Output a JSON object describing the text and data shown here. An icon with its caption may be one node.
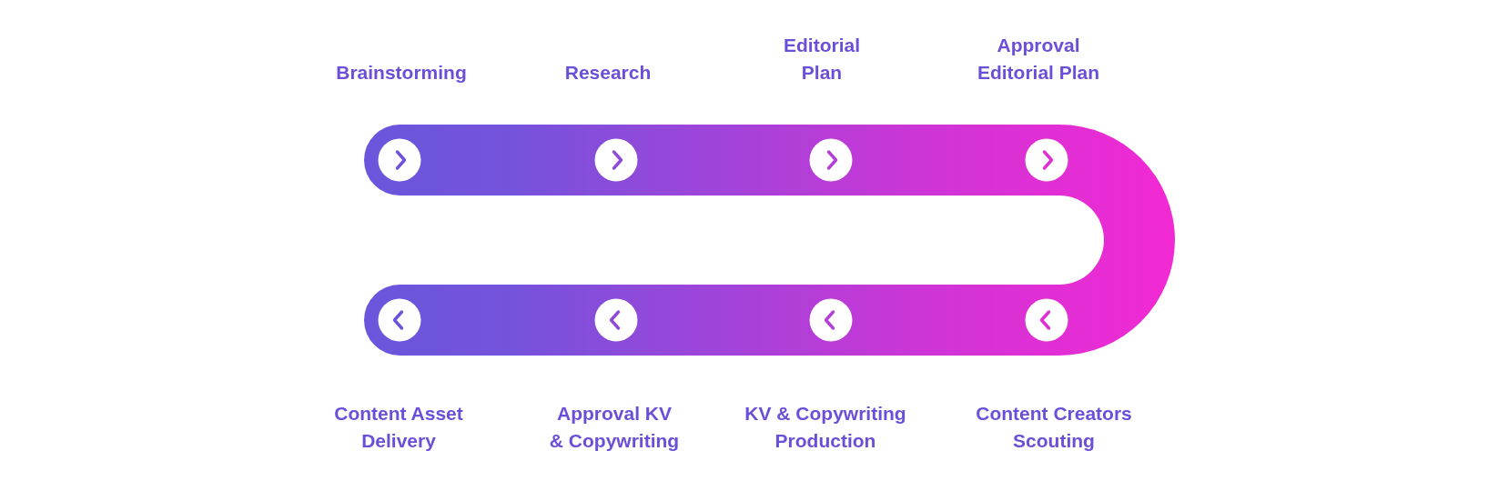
{
  "diagram": {
    "nodes": [
      {
        "text": [],
        "shape": "circle",
        "beside": [
          "Brainstorming"
        ]
      },
      {
        "text": [],
        "shape": "circle",
        "beside": [
          "Research"
        ]
      },
      {
        "text": [],
        "shape": "circle",
        "beside": [
          "Editorial Plan"
        ]
      },
      {
        "text": [],
        "shape": "circle",
        "beside": [
          "Approval Editorial Plan"
        ]
      },
      {
        "text": [],
        "shape": "circle",
        "beside": [
          "Content Creators Scouting"
        ]
      },
      {
        "text": [],
        "shape": "circle",
        "beside": [
          "KV & Copywriting Production"
        ]
      },
      {
        "text": [],
        "shape": "circle",
        "beside": [
          "Approval KV & Copywriting"
        ]
      },
      {
        "text": [],
        "shape": "circle",
        "beside": [
          "Content Asset Delivery"
        ]
      }
    ]
  }
}
